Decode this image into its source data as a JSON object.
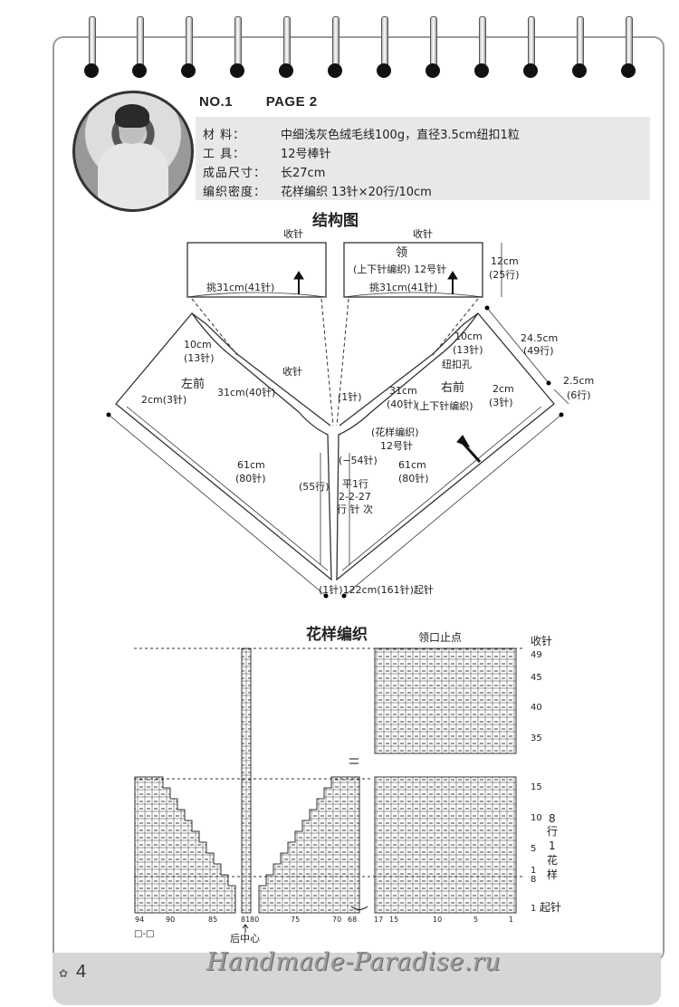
{
  "header": {
    "no_label": "NO.1",
    "page_label": "PAGE  2",
    "rows": [
      {
        "label": "材      料：",
        "value": "中细浅灰色绒毛线100g，直径3.5cm纽扣1粒"
      },
      {
        "label": "工      具：",
        "value": "12号棒针"
      },
      {
        "label": "成品尺寸：",
        "value": "长27cm"
      },
      {
        "label": "编织密度：",
        "value": "花样编织   13针×20行/10cm"
      }
    ]
  },
  "structure": {
    "title": "结构图",
    "left_collar_cast_off": "收针",
    "left_collar_pickup": "挑31cm(41针)",
    "right_collar_cast_off": "收针",
    "right_collar_name": "领",
    "right_collar_stitch": "(上下针编织)  12号针",
    "right_collar_pickup": "挑31cm(41针)",
    "collar_height": "12cm",
    "collar_rows": "(25行)",
    "left_10cm": "10cm",
    "left_13st": "(13针)",
    "left_name": "左前",
    "left_cast_off": "收针",
    "left_2cm": "2cm(3针)",
    "left_31cm": "31cm(40针)",
    "center_1st": "(1针)",
    "right_10cm": "10cm",
    "right_13st": "(13针)",
    "buttonhole": "纽扣孔",
    "right_31cm": "31cm",
    "right_40st": "(40针)",
    "right_name": "右前",
    "right_stitch": "(上下针编织)",
    "right_2cm": "2cm",
    "right_3st": "(3针)",
    "side_245": "24.5cm",
    "side_49": "(49行)",
    "side_25": "2.5cm",
    "side_6": "(6行)",
    "pattern_label": "(花样编织)",
    "needle_label": "12号针",
    "minus54": "(−54针)",
    "left_61": "61cm",
    "left_80": "(80针)",
    "right_61": "61cm",
    "right_80": "(80针)",
    "rows55": "(55行)",
    "flat1": "平1行",
    "dec_rule": "2-2-27",
    "dec_words": "行 针 次",
    "bottom": "(1针)122cm(161针)起针"
  },
  "chart": {
    "title": "花样编织",
    "neck_stop": "领口止点",
    "cast_off": "收针",
    "row_marks": [
      "49",
      "45",
      "40",
      "35",
      "15",
      "10",
      "5",
      "1",
      "8",
      "1"
    ],
    "pattern_note_a": "8",
    "pattern_note_b": "行",
    "pattern_note_c": "1",
    "pattern_note_d": "花",
    "pattern_note_e": "样",
    "cast_on": "起针",
    "col_left": [
      "94",
      "90",
      "85",
      "81",
      "80",
      "75",
      "70",
      "68"
    ],
    "col_right": [
      "17",
      "15",
      "10",
      "5",
      "1"
    ],
    "legend": "□-□",
    "back_center": "后中心"
  },
  "footer": {
    "page_number": "4",
    "watermark": "Handmade-Paradise.ru"
  }
}
